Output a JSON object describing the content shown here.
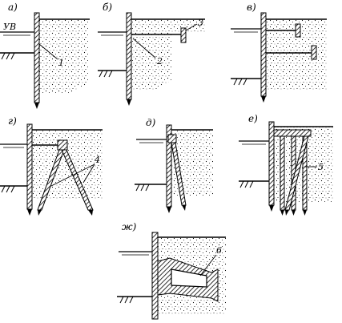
{
  "panels": [
    {
      "id": "a",
      "label": "а)",
      "callouts": [
        "1"
      ],
      "water_label": "УВ"
    },
    {
      "id": "b",
      "label": "б)",
      "callouts": [
        "2",
        "3"
      ]
    },
    {
      "id": "v",
      "label": "в)",
      "callouts": []
    },
    {
      "id": "g",
      "label": "г)",
      "callouts": [
        "4"
      ]
    },
    {
      "id": "d",
      "label": "д)",
      "callouts": []
    },
    {
      "id": "e",
      "label": "е)",
      "callouts": [
        "5"
      ]
    },
    {
      "id": "zh",
      "label": "ж)",
      "callouts": [
        "6"
      ]
    }
  ]
}
